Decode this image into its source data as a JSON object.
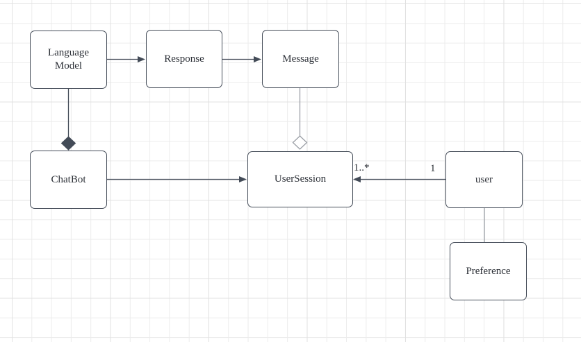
{
  "diagram": {
    "kind": "uml-class-diagram",
    "nodes": [
      {
        "id": "language-model",
        "label": "Language Model"
      },
      {
        "id": "response",
        "label": "Response"
      },
      {
        "id": "message",
        "label": "Message"
      },
      {
        "id": "chatbot",
        "label": "ChatBot"
      },
      {
        "id": "usersession",
        "label": "UserSession"
      },
      {
        "id": "user",
        "label": "user"
      },
      {
        "id": "preference",
        "label": "Preference"
      }
    ],
    "edges": [
      {
        "from": "Language Model",
        "to": "Response",
        "type": "directed-arrow"
      },
      {
        "from": "Response",
        "to": "Message",
        "type": "directed-arrow"
      },
      {
        "from": "ChatBot",
        "to": "Language Model",
        "type": "composition",
        "diamond": "filled",
        "diamond_at": "ChatBot"
      },
      {
        "from": "UserSession",
        "to": "Message",
        "type": "aggregation",
        "diamond": "hollow",
        "diamond_at": "UserSession"
      },
      {
        "from": "ChatBot",
        "to": "UserSession",
        "type": "directed-arrow"
      },
      {
        "from": "user",
        "to": "UserSession",
        "type": "directed-arrow",
        "source_multiplicity": "1",
        "target_multiplicity": "1..*"
      },
      {
        "from": "user",
        "to": "Preference",
        "type": "association"
      }
    ],
    "colors": {
      "background": "#ffffff",
      "grid_minor": "#ececec",
      "grid_major": "#e1e1e1",
      "node_fill": "#ffffff",
      "node_border": "#434b57",
      "connector_dark": "#434b57",
      "connector_light": "#9b9fa6",
      "text": "#2b2f36"
    }
  }
}
